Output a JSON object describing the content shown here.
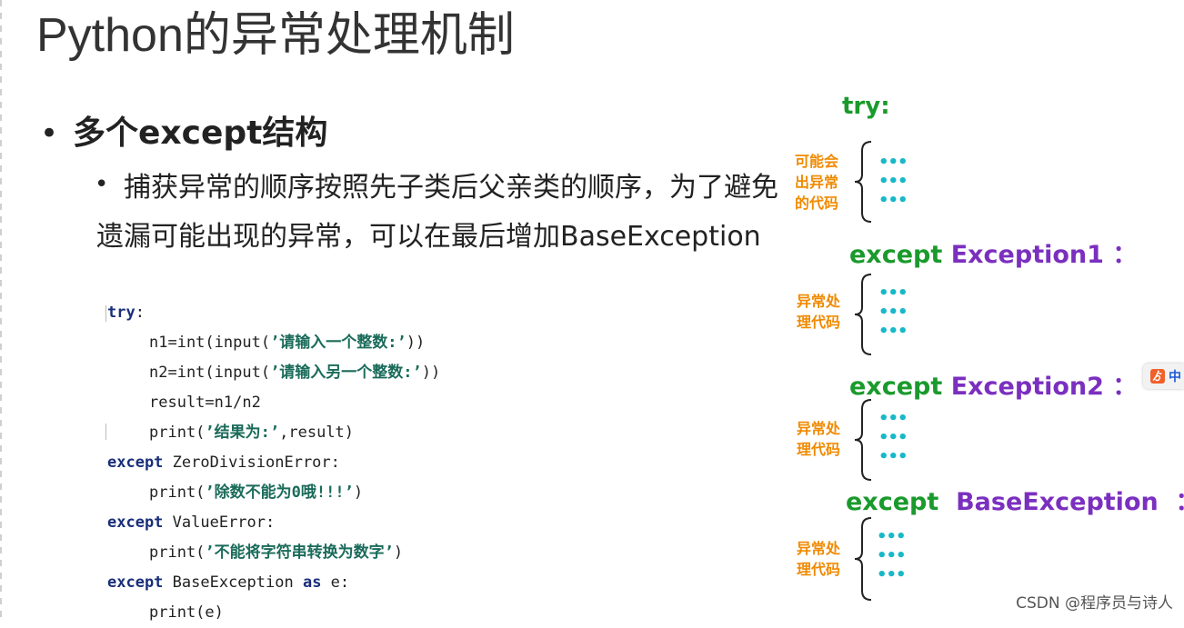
{
  "slide": {
    "title": "Python的异常处理机制",
    "heading": "多个except结构",
    "bullet_symbol": "•",
    "paragraph": "捕获异常的顺序按照先子类后父亲类的顺序，为了避免遗漏可能出现的异常，可以在最后增加BaseException"
  },
  "code": {
    "try_kw": "try",
    "try_colon": ":",
    "line_n1_prefix": "n1=int(input(",
    "line_n1_str": "’请输入一个整数:’",
    "line_n1_suffix": "))",
    "line_n2_prefix": "n2=int(input(",
    "line_n2_str": "’请输入另一个整数:’",
    "line_n2_suffix": "))",
    "line_result": "result=n1/n2",
    "line_print1_prefix": "print(",
    "line_print1_str": "’结果为:’",
    "line_print1_suffix": ",result)",
    "except_kw": "except",
    "exc1_name": " ZeroDivisionError:",
    "line_print2_prefix": "print(",
    "line_print2_str": "’除数不能为0哦!!!’",
    "line_print2_suffix": ")",
    "exc2_name": " ValueError:",
    "line_print3_prefix": "print(",
    "line_print3_str": "’不能将字符串转换为数字’",
    "line_print3_suffix": ")",
    "exc3_name": " BaseException ",
    "as_kw": "as",
    "exc3_var": " e:",
    "line_print4": "print(e)"
  },
  "diagram": {
    "try_label": "try:",
    "try_block_label_1": "可能会",
    "try_block_label_2": "出异常",
    "try_block_label_3": "的代码",
    "except_kw": "except",
    "exception1": "Exception1",
    "exception2": "Exception2",
    "base_exception": "BaseException",
    "colon": "：",
    "handler_label_1": "异常处",
    "handler_label_2": "理代码",
    "dots": "•••"
  },
  "overlay": {
    "badge_char": "中",
    "watermark": "CSDN @程序员与诗人"
  },
  "colors": {
    "keyword_green": "#1a9a2c",
    "class_purple": "#7b2fbf",
    "label_orange": "#f08a00",
    "dots_cyan": "#17b8c8",
    "code_keyword": "#1a2f7a",
    "code_string": "#1a6b5a"
  }
}
